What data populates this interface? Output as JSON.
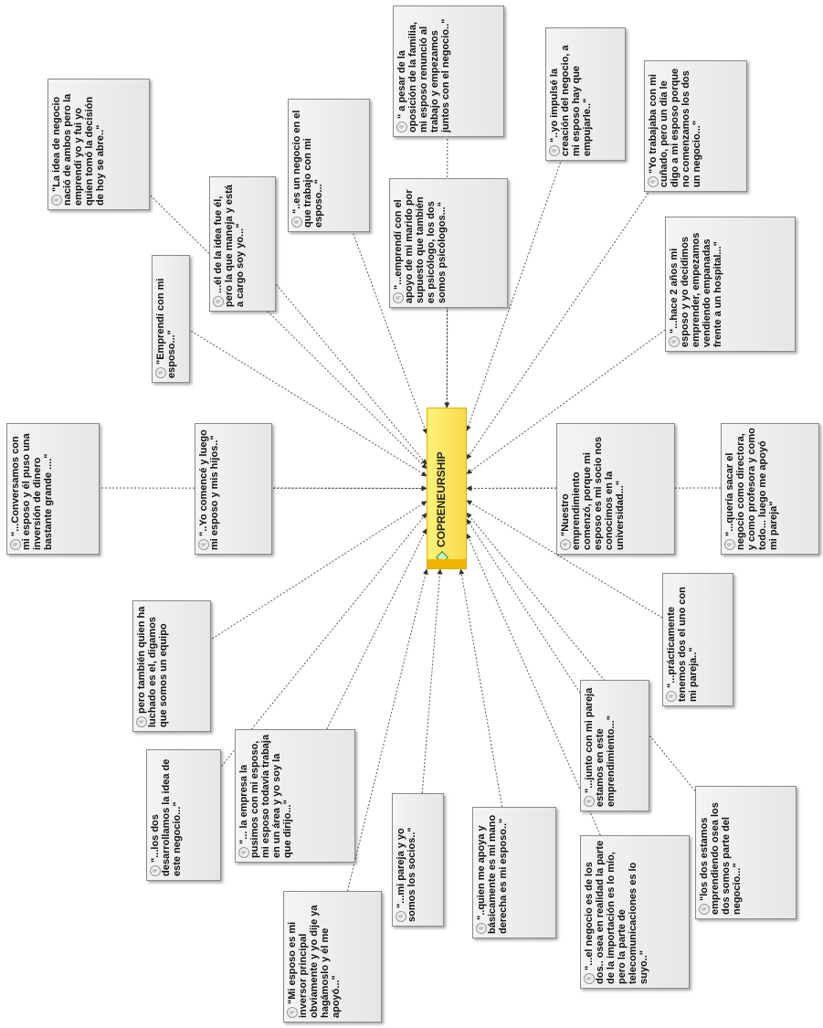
{
  "center": {
    "label": "COPRENEURSHIP"
  },
  "quotations": [
    {
      "id": "q01",
      "text": "\"La idea de negocio nació de ambos pero la emprendí yo y fui yo quien tomó la decisión de hoy se abre..\""
    },
    {
      "id": "q02",
      "text": "...él de la idea fue él, pero la que maneja y está a cargo soy yo...\""
    },
    {
      "id": "q03",
      "text": "\"..es un negocio en el que trabajo con mi esposo...\""
    },
    {
      "id": "q04",
      "text": "\" a pesar de la oposición de la familia, mi esposo renunció al trabajo y empezamos juntos con el negocio..\""
    },
    {
      "id": "q05",
      "text": "\"...emprendí con el apoyo de mi marido por supuesto que también es psicólogo, los dos somos psicólogos...\""
    },
    {
      "id": "q06",
      "text": "\"..yo impulsé la creación del negocio, a mi esposo hay que empujarle..\""
    },
    {
      "id": "q07",
      "text": "\"Yo trabajaba con mi cuñado, pero un día le digo a mi esposo porque no comenzamos los dos un negocio...\""
    },
    {
      "id": "q08",
      "text": "\"Emprendí con mi esposo...\""
    },
    {
      "id": "q09",
      "text": "\"...hace 2 años mi esposo y yo decidimos emprender, empezamos vendiendo empanadas frente a un hospital...\""
    },
    {
      "id": "q10",
      "text": "\"...Conversamos con mi esposo y él puso una inversión de dinero bastante grande ....\""
    },
    {
      "id": "q11",
      "text": "\"..Yo comencé y luego mi esposo y mis hijos..\""
    },
    {
      "id": "q12",
      "text": "\"Nuestro emprendimiento comenzó, porque mi esposo es mi socio nos conocimos en la universidad...\""
    },
    {
      "id": "q13",
      "text": "\"...quería sacar el negocio como directora, y como profesora y como todo... luego me apoyó mi pareja\""
    },
    {
      "id": "q14",
      "text": "pero también quien ha luchado es el, digamos que somos un equipo"
    },
    {
      "id": "q15",
      "text": "\"...prácticamente tenemos dos el uno con mi pareja..\""
    },
    {
      "id": "q16",
      "text": "\"...los dos desarrollamos la idea de este negocio...\""
    },
    {
      "id": "q17",
      "text": "\"... la empresa la pusimos con mi esposo, mi esposo todavía trabaja en un área y yo soy la que dirijo...\""
    },
    {
      "id": "q18",
      "text": "\"...junto con mi pareja estamos en este emprendimiento...\""
    },
    {
      "id": "q19",
      "text": "\"...mi pareja y yo somos los socios..\""
    },
    {
      "id": "q20",
      "text": "\"..quien me apoya y básicamente es mi mano derecha es mi esposo..\""
    },
    {
      "id": "q21",
      "text": "\"los dos estamos emprendiendo osea los dos somos parte del negocio...\""
    },
    {
      "id": "q22",
      "text": "\"...el negocio es de los dos.. osea en realidad la parte de la importación es lo mío, pero la parte de telecomunicaciones es lo suyo..\""
    },
    {
      "id": "q23",
      "text": "\"Mi esposo es mi inversor principal obviamente y yo dije ya hagámoslo y él me apoyó...\""
    }
  ]
}
